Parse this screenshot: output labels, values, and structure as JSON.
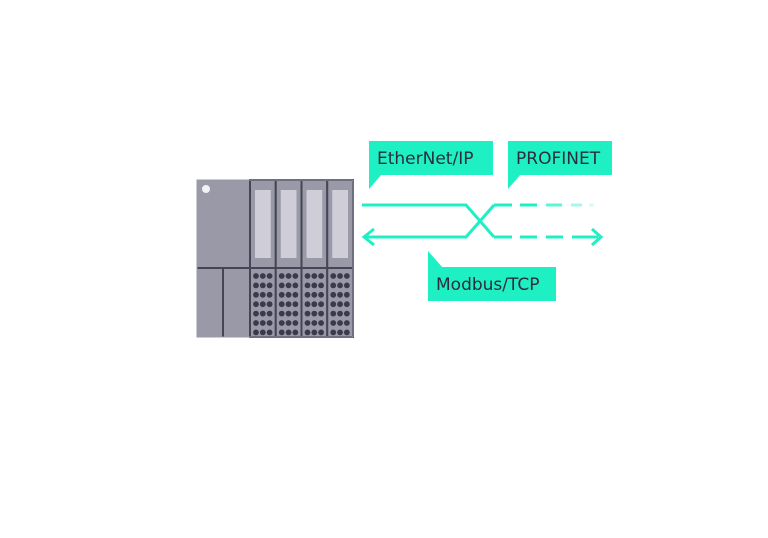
{
  "diagram": {
    "labels": {
      "ethernet_ip": "EtherNet/IP",
      "profinet": "PROFINET",
      "modbus_tcp": "Modbus/TCP"
    },
    "colors": {
      "accent": "#1ef0c4",
      "label_text": "#2c2c3c",
      "module_dark": "#3a3a4c",
      "module_mid": "#9a99a8",
      "module_light": "#cfcdd8",
      "module_border": "#454557"
    },
    "plc": {
      "io_module_count": 4,
      "terminal_grid": "3 columns x 7 rows per module"
    }
  }
}
